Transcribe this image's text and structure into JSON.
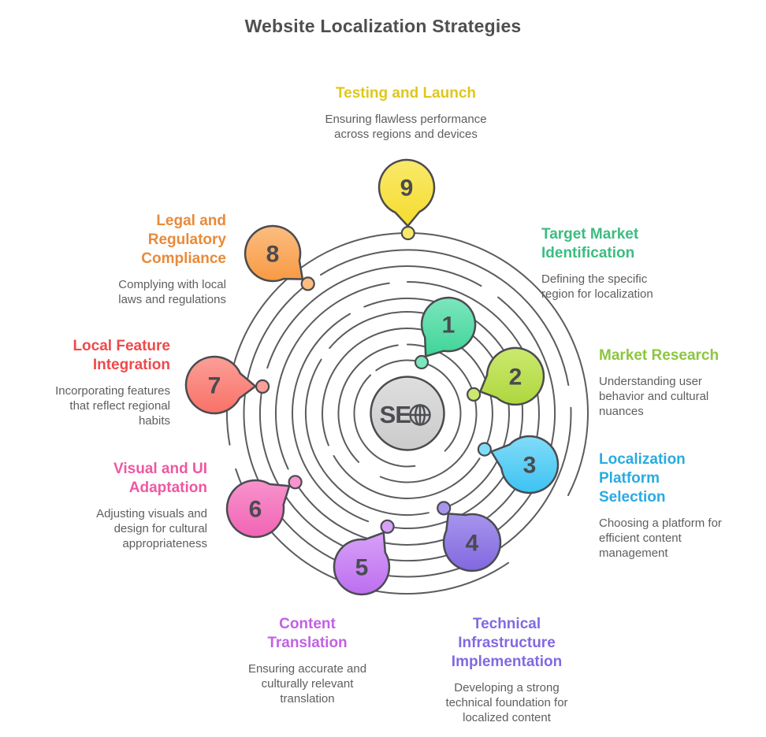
{
  "title": "Website Localization Strategies",
  "center": {
    "label": "SE",
    "icon": "globe-icon"
  },
  "palette": {
    "outline": "#4a4b50",
    "ring": "#5b5c60",
    "center_fill": "#cbcbcb",
    "center_fill_light": "#dedede",
    "center_text": "#4c4d52",
    "title_color": "#4f4f4f",
    "desc_color": "#5e5e5e"
  },
  "items": [
    {
      "number": "1",
      "heading": "Target Market Identification",
      "desc": "Defining the specific region for localization",
      "color": "#3fd498",
      "color_light": "#7ce6bd",
      "heading_color": "#3cbc81"
    },
    {
      "number": "2",
      "heading": "Market Research",
      "desc": "Understanding user behavior and cultural nuances",
      "color": "#aed73e",
      "color_light": "#cbe96f",
      "heading_color": "#8cc63f"
    },
    {
      "number": "3",
      "heading": "Localization Platform Selection",
      "desc": "Choosing a platform for efficient content management",
      "color": "#3cc3f2",
      "color_light": "#82dcf8",
      "heading_color": "#29abe2"
    },
    {
      "number": "4",
      "heading": "Technical Infrastructure Implementation",
      "desc": "Developing a strong technical foundation for localized content",
      "color": "#8168e0",
      "color_light": "#a795ec",
      "heading_color": "#8269e2"
    },
    {
      "number": "5",
      "heading": "Content Translation",
      "desc": "Ensuring accurate and culturally relevant translation",
      "color": "#bd6ef0",
      "color_light": "#d7a1f7",
      "heading_color": "#c261e6"
    },
    {
      "number": "6",
      "heading": "Visual and UI Adaptation",
      "desc": "Adjusting visuals and design for cultural appropriateness",
      "color": "#f164b4",
      "color_light": "#f893cd",
      "heading_color": "#ee58a1"
    },
    {
      "number": "7",
      "heading": "Local Feature Integration",
      "desc": "Incorporating features that reflect regional habits",
      "color": "#f97168",
      "color_light": "#fb9f97",
      "heading_color": "#ee4a4a"
    },
    {
      "number": "8",
      "heading": "Legal and Regulatory Compliance",
      "desc": "Complying with local laws and regulations",
      "color": "#f89a43",
      "color_light": "#fbbd80",
      "heading_color": "#e98a3a"
    },
    {
      "number": "9",
      "heading": "Testing and Launch",
      "desc": "Ensuring flawless performance across regions and devices",
      "color": "#f5dc2e",
      "color_light": "#f9e96b",
      "heading_color": "#dfc71c"
    }
  ]
}
